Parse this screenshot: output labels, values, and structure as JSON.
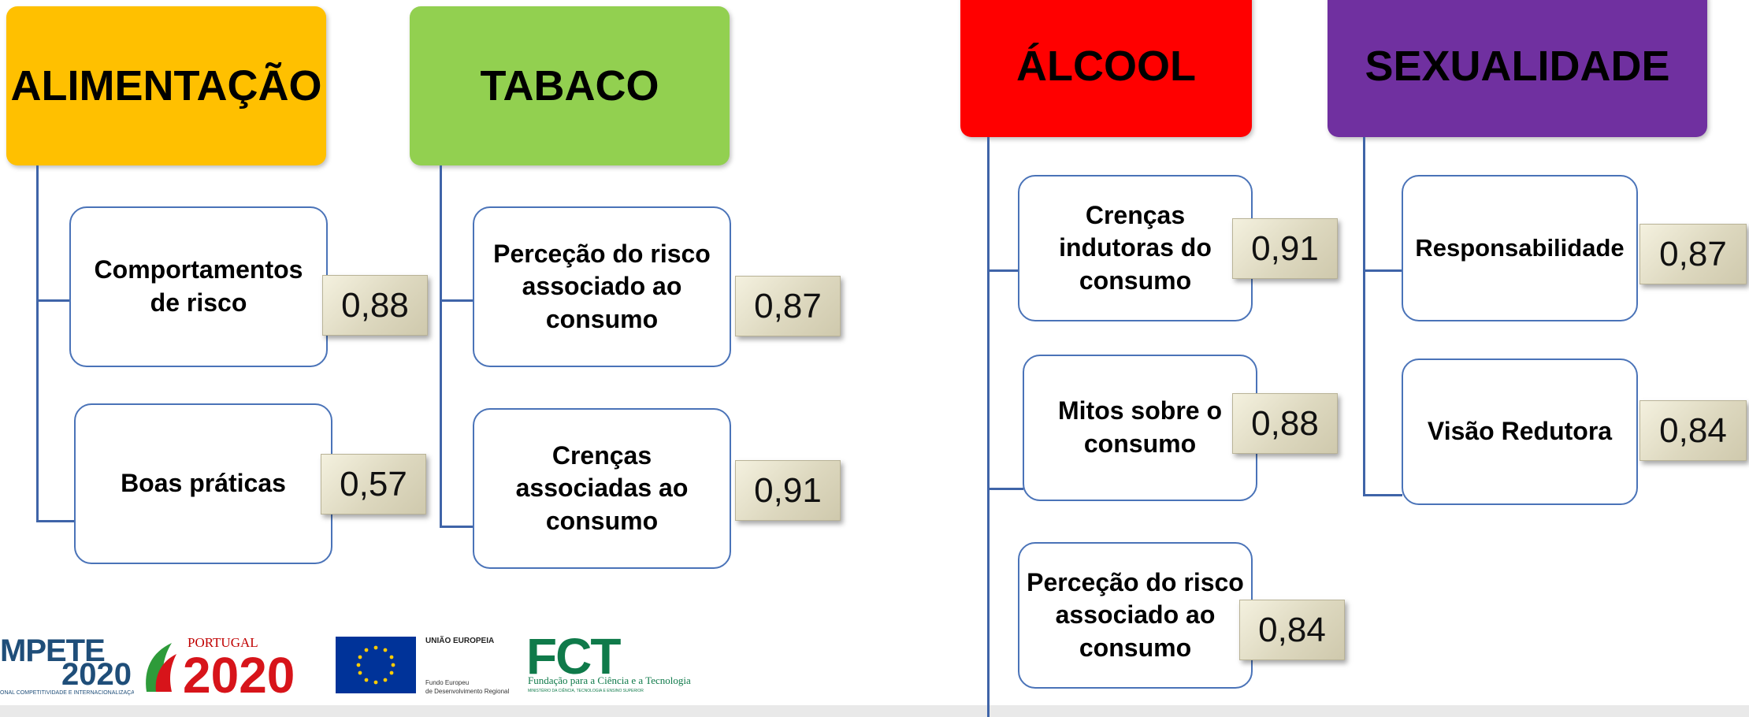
{
  "groups": [
    {
      "title": "ALIMENTAÇÃO",
      "color": "#ffc000",
      "items": [
        {
          "label": "Comportamentos\nde risco",
          "value": "0,88"
        },
        {
          "label": "Boas práticas",
          "value": "0,57"
        }
      ]
    },
    {
      "title": "TABACO",
      "color": "#92d050",
      "items": [
        {
          "label": "Perceção do risco\nassociado ao\nconsumo",
          "value": "0,87"
        },
        {
          "label": "Crenças\nassociadas ao\nconsumo",
          "value": "0,91"
        }
      ]
    },
    {
      "title": "ÁLCOOL",
      "color": "#ff0000",
      "items": [
        {
          "label": "Crenças\nindutoras do\nconsumo",
          "value": "0,91"
        },
        {
          "label": "Mitos sobre o\nconsumo",
          "value": "0,88"
        },
        {
          "label": "Perceção do risco\nassociado ao\nconsumo",
          "value": "0,84"
        }
      ]
    },
    {
      "title": "SEXUALIDADE",
      "color": "#7030a0",
      "items": [
        {
          "label": "Responsabilidade",
          "value": "0,87"
        },
        {
          "label": "Visão Redutora",
          "value": "0,84"
        }
      ]
    }
  ],
  "logos": {
    "compete": "MPETE",
    "compete_year": "2020",
    "compete_small": "ONAL COMPETITIVIDADE E INTERNACIONALIZAÇÃO",
    "portugal": "PORTUGAL",
    "portugal_year": "2020",
    "eu_title": "UNIÃO EUROPEIA",
    "eu_fund": "Fundo Europeu",
    "eu_fund2": "de Desenvolvimento Regional",
    "fct": "FCT",
    "fct_name": "Fundação para a Ciência e a Tecnologia",
    "fct_small": "MINISTÉRIO DA CIÊNCIA, TECNOLOGIA E ENSINO SUPERIOR"
  }
}
